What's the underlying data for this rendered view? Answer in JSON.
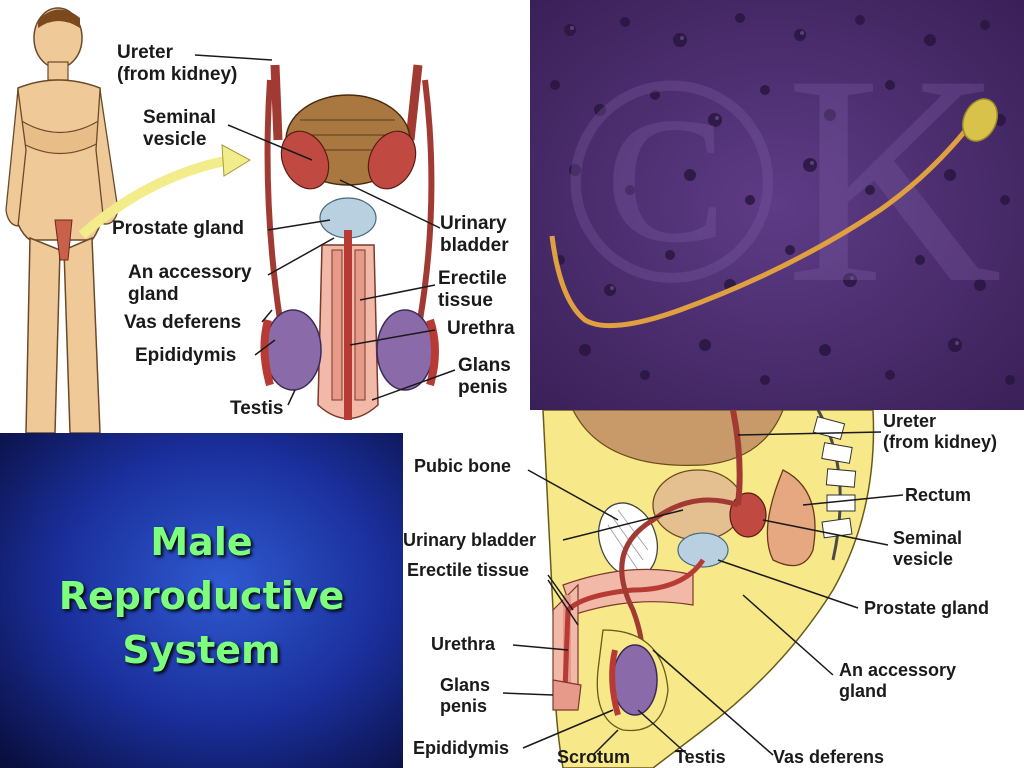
{
  "title": {
    "line1": "Male",
    "line2": "Reproductive",
    "line3": "System"
  },
  "front_view": {
    "labels": {
      "ureter": "Ureter",
      "ureter_sub": "(from kidney)",
      "seminal": "Seminal",
      "seminal_sub": "vesicle",
      "prostate": "Prostate gland",
      "accessory": "An accessory",
      "accessory_sub": "gland",
      "vas": "Vas deferens",
      "epididymis": "Epididymis",
      "testis": "Testis",
      "urinary": "Urinary",
      "urinary_sub": "bladder",
      "erectile": "Erectile",
      "erectile_sub": "tissue",
      "urethra": "Urethra",
      "glans": "Glans",
      "glans_sub": "penis"
    }
  },
  "side_view": {
    "labels": {
      "ureter": "Ureter",
      "ureter_sub": "(from kidney)",
      "pubic": "Pubic bone",
      "rectum": "Rectum",
      "urinary": "Urinary bladder",
      "seminal": "Seminal",
      "seminal_sub": "vesicle",
      "erectile": "Erectile tissue",
      "prostate": "Prostate gland",
      "urethra": "Urethra",
      "accessory": "An accessory",
      "accessory_sub": "gland",
      "glans": "Glans",
      "glans_sub": "penis",
      "epididymis": "Epididymis",
      "scrotum": "Scrotum",
      "testis": "Testis",
      "vas": "Vas deferens"
    }
  },
  "micrograph": {
    "watermark": "©K"
  },
  "colors": {
    "title_text": "#7dff7d",
    "title_bg": "#1f3aa8",
    "micro_bg": "#4a2c6e",
    "sperm": "#d8c24a",
    "tissue_red": "#b8463e",
    "skin": "#f3d29a",
    "testis_purple": "#8a6aa8"
  }
}
